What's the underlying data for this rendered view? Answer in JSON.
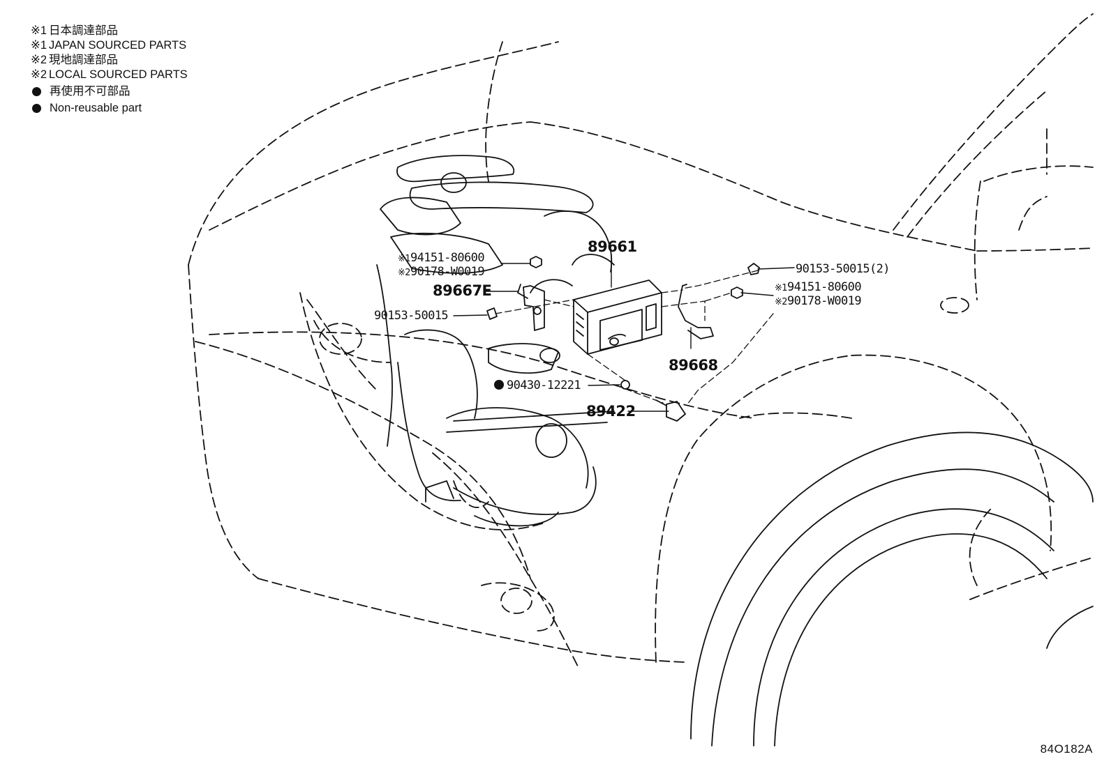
{
  "legend": [
    {
      "symbol": "※1",
      "text": "日本調達部品"
    },
    {
      "symbol": "※1",
      "text": "JAPAN SOURCED PARTS"
    },
    {
      "symbol": "※2",
      "text": "現地調達部品"
    },
    {
      "symbol": "※2",
      "text": "LOCAL SOURCED PARTS"
    },
    {
      "symbol": "dot",
      "text": "再使用不可部品"
    },
    {
      "symbol": "dot",
      "text": "Non-reusable part"
    }
  ],
  "parts": {
    "ecu": "89661",
    "bracket_left": "89667E",
    "bracket_right": "89668",
    "sensor": "89422",
    "gasket": "90430-12221",
    "bolt_left": "90153-50015",
    "bolt_right": "90153-50015(2)",
    "nut_left_jp": "94151-80600",
    "nut_left_local": "90178-W0019",
    "nut_right_jp": "94151-80600",
    "nut_right_local": "90178-W0019",
    "marker_1": "※1",
    "marker_2": "※2"
  },
  "figure_code": "84O182A"
}
